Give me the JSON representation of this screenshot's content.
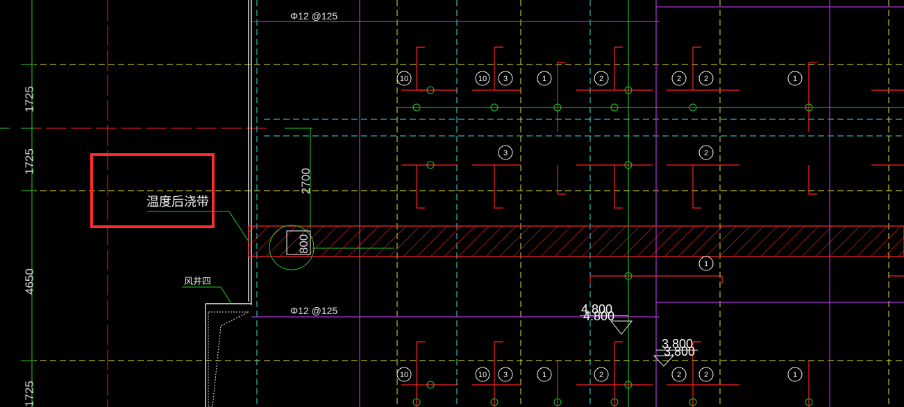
{
  "drawing": {
    "dimensions_left": [
      "1725",
      "1725",
      "4650",
      "1725"
    ],
    "dimension_2700": "2700",
    "dimension_800": "800",
    "rebar_top": "Φ12 @125",
    "rebar_mid": "Φ12 @125",
    "label_post_pour": "温度后浇带",
    "label_shaft": "风井四",
    "elevation_1": "4.800",
    "elevation_1b": "4.800",
    "elevation_2": "3.800",
    "elevation_2b": "3.800",
    "rebar_tags": [
      "10",
      "10",
      "3",
      "1",
      "2",
      "2",
      "2",
      "1",
      "3",
      "2",
      "1",
      "10",
      "10",
      "3",
      "1",
      "2",
      "2",
      "2",
      "1"
    ],
    "highlight_color": "#ff2a2a",
    "hatch_color": "#ff2a2a"
  }
}
